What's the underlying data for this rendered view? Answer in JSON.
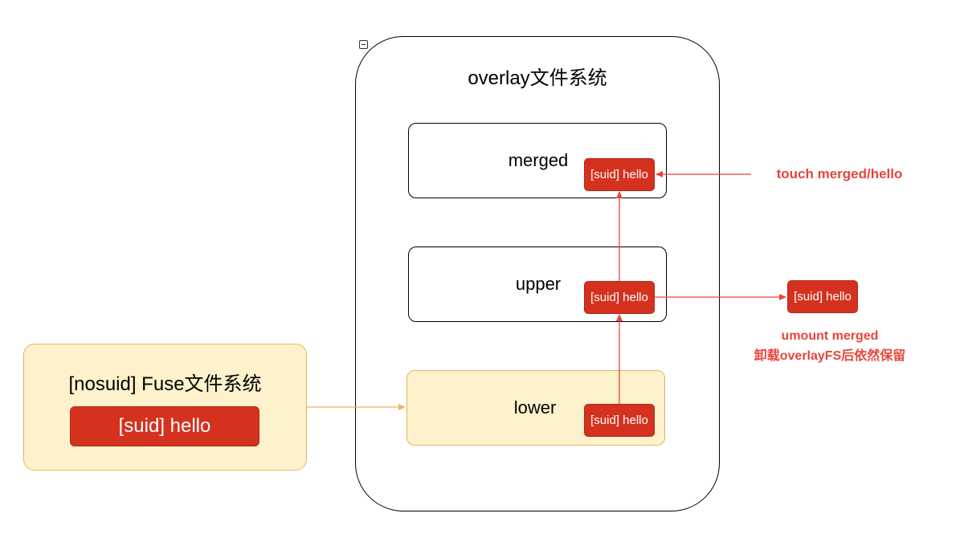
{
  "overlay": {
    "title": "overlay文件系统"
  },
  "layers": {
    "merged": {
      "label": "merged",
      "file": "[suid] hello"
    },
    "upper": {
      "label": "upper",
      "file": "[suid] hello"
    },
    "lower": {
      "label": "lower",
      "file": "[suid] hello"
    }
  },
  "fuse": {
    "title": "[nosuid] Fuse文件系统",
    "file": "[suid] hello"
  },
  "outside": {
    "kept_file": "[suid] hello",
    "touch_note": "touch merged/hello",
    "umount_note_line1": "umount merged",
    "umount_note_line2": "卸载overlayFS后依然保留"
  },
  "colors": {
    "file_fill": "#d4321f",
    "note_red": "#e8443a",
    "fuse_fill": "#fdf2cc",
    "fuse_border": "#e3b45e",
    "red_arrow": "#e8443a",
    "yellow_arrow": "#f0b45c"
  }
}
